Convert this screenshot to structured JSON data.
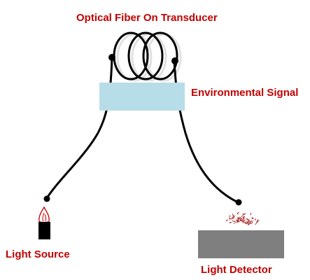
{
  "colors": {
    "label": "#c00000",
    "fiber": "#000000",
    "transducer_block": "#b7dde8",
    "detector_block": "#7f7f7f",
    "flame": "#c00000",
    "burst": "#a01818"
  },
  "labels": {
    "title": "Optical Fiber On Transducer",
    "environmental_signal": "Environmental Signal",
    "light_source": "Light Source",
    "light_detector": "Light Detector"
  }
}
